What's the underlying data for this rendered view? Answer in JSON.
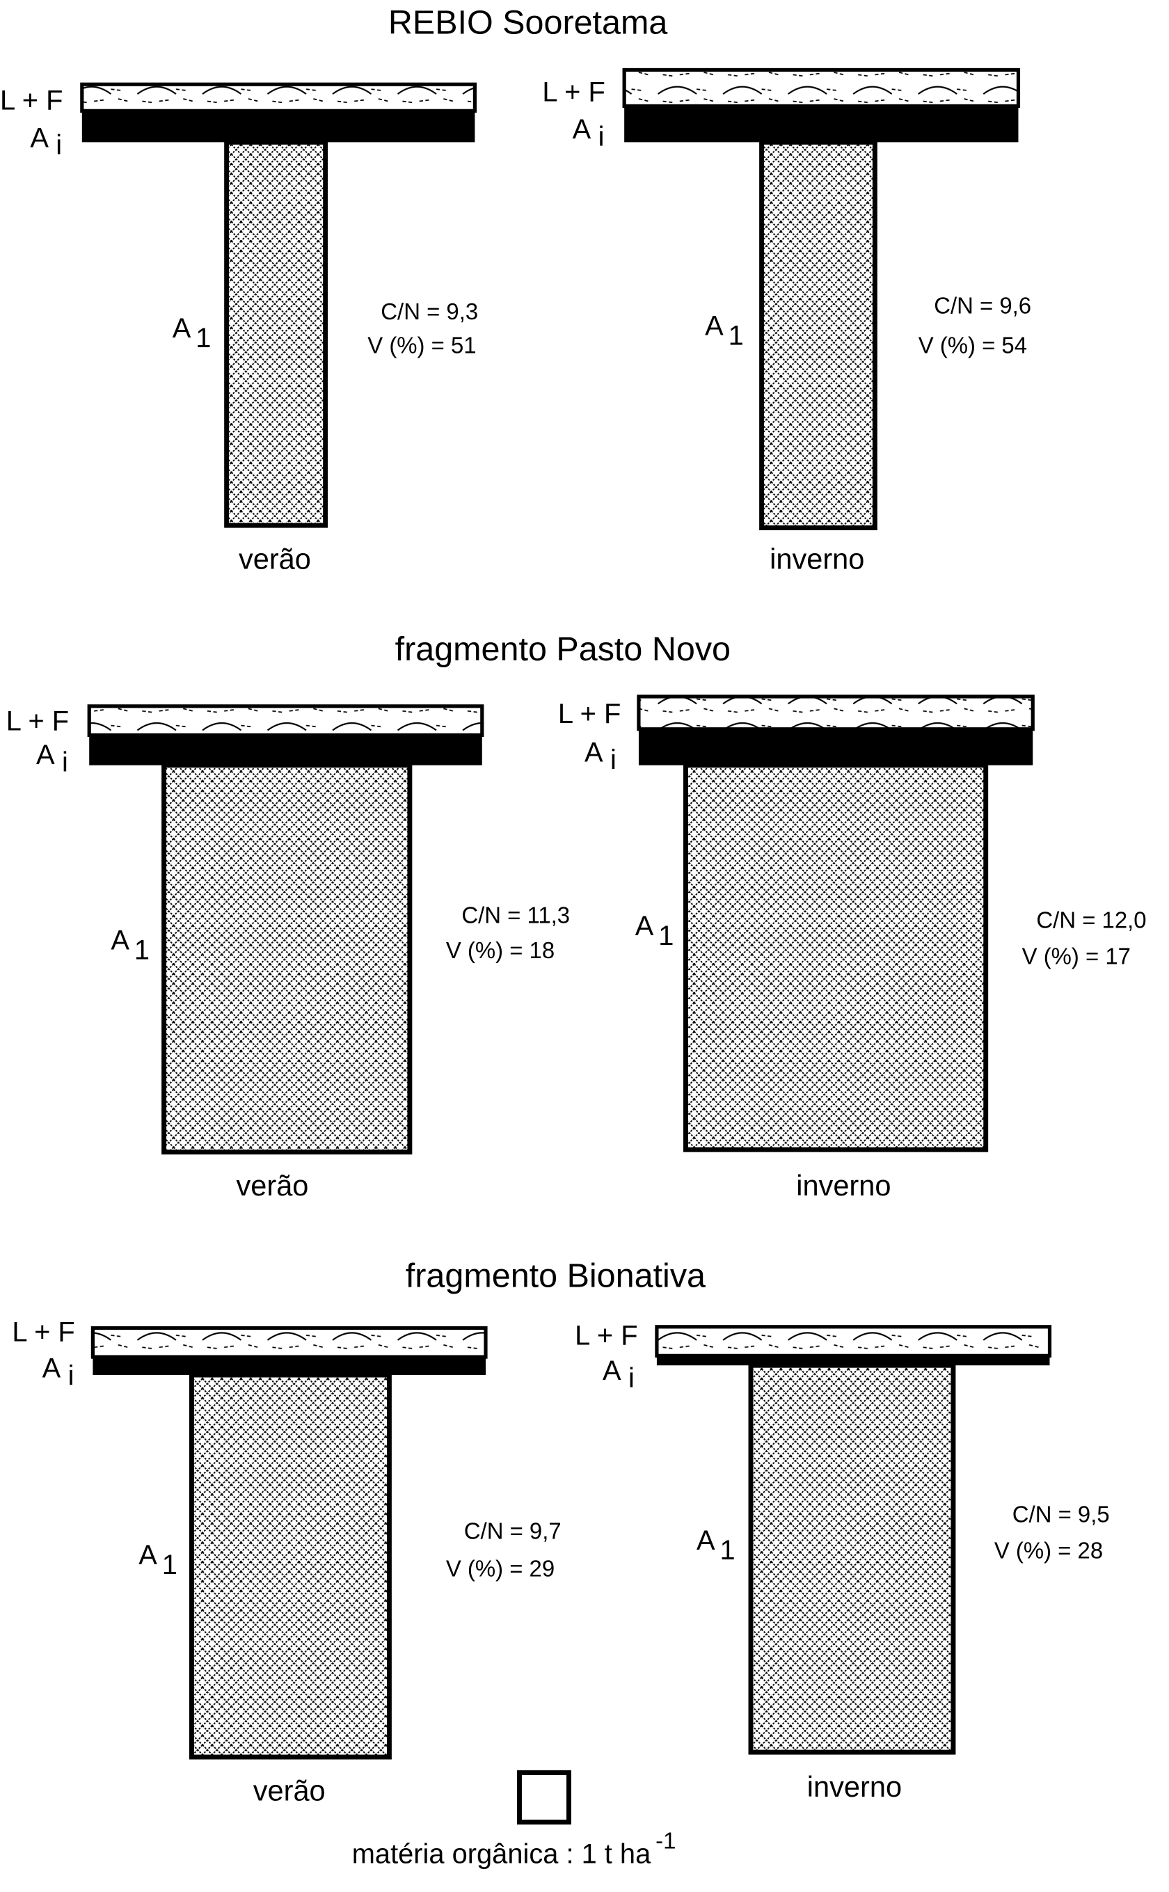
{
  "sites": [
    {
      "title": "REBIO Sooretama",
      "panels": [
        {
          "season": "verão",
          "cn": "C/N = 9,3",
          "v": "V (%) = 51"
        },
        {
          "season": "inverno",
          "cn": "C/N = 9,6",
          "v": "V (%) = 54"
        }
      ]
    },
    {
      "title": "fragmento Pasto Novo",
      "panels": [
        {
          "season": "verão",
          "cn": "C/N = 11,3",
          "v": "V (%) = 18"
        },
        {
          "season": "inverno",
          "cn": "C/N = 12,0",
          "v": "V (%) = 17"
        }
      ]
    },
    {
      "title": "fragmento  Bionativa",
      "panels": [
        {
          "season": "verão",
          "cn": "C/N = 9,7",
          "v": "V (%) = 29"
        },
        {
          "season": "inverno",
          "cn": "C/N = 9,5",
          "v": "V (%) = 28"
        }
      ]
    }
  ],
  "layer_labels": {
    "lf": "L + F",
    "ai_main": "A",
    "ai_sub": "i",
    "a1_main": "A",
    "a1_sub": "1"
  },
  "legend": {
    "text": "matéria orgânica : 1 t ha",
    "sup": "-1"
  }
}
